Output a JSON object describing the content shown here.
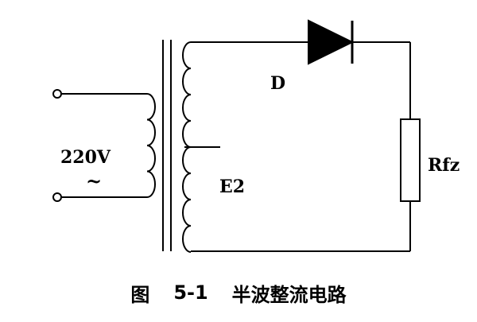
{
  "labels": {
    "diode": "D",
    "secondary": "E2",
    "load": "Rfz",
    "input_voltage": "220V",
    "input_ac": "~"
  },
  "caption": {
    "fig": "图",
    "number": "5-1",
    "title": "半波整流电路"
  }
}
